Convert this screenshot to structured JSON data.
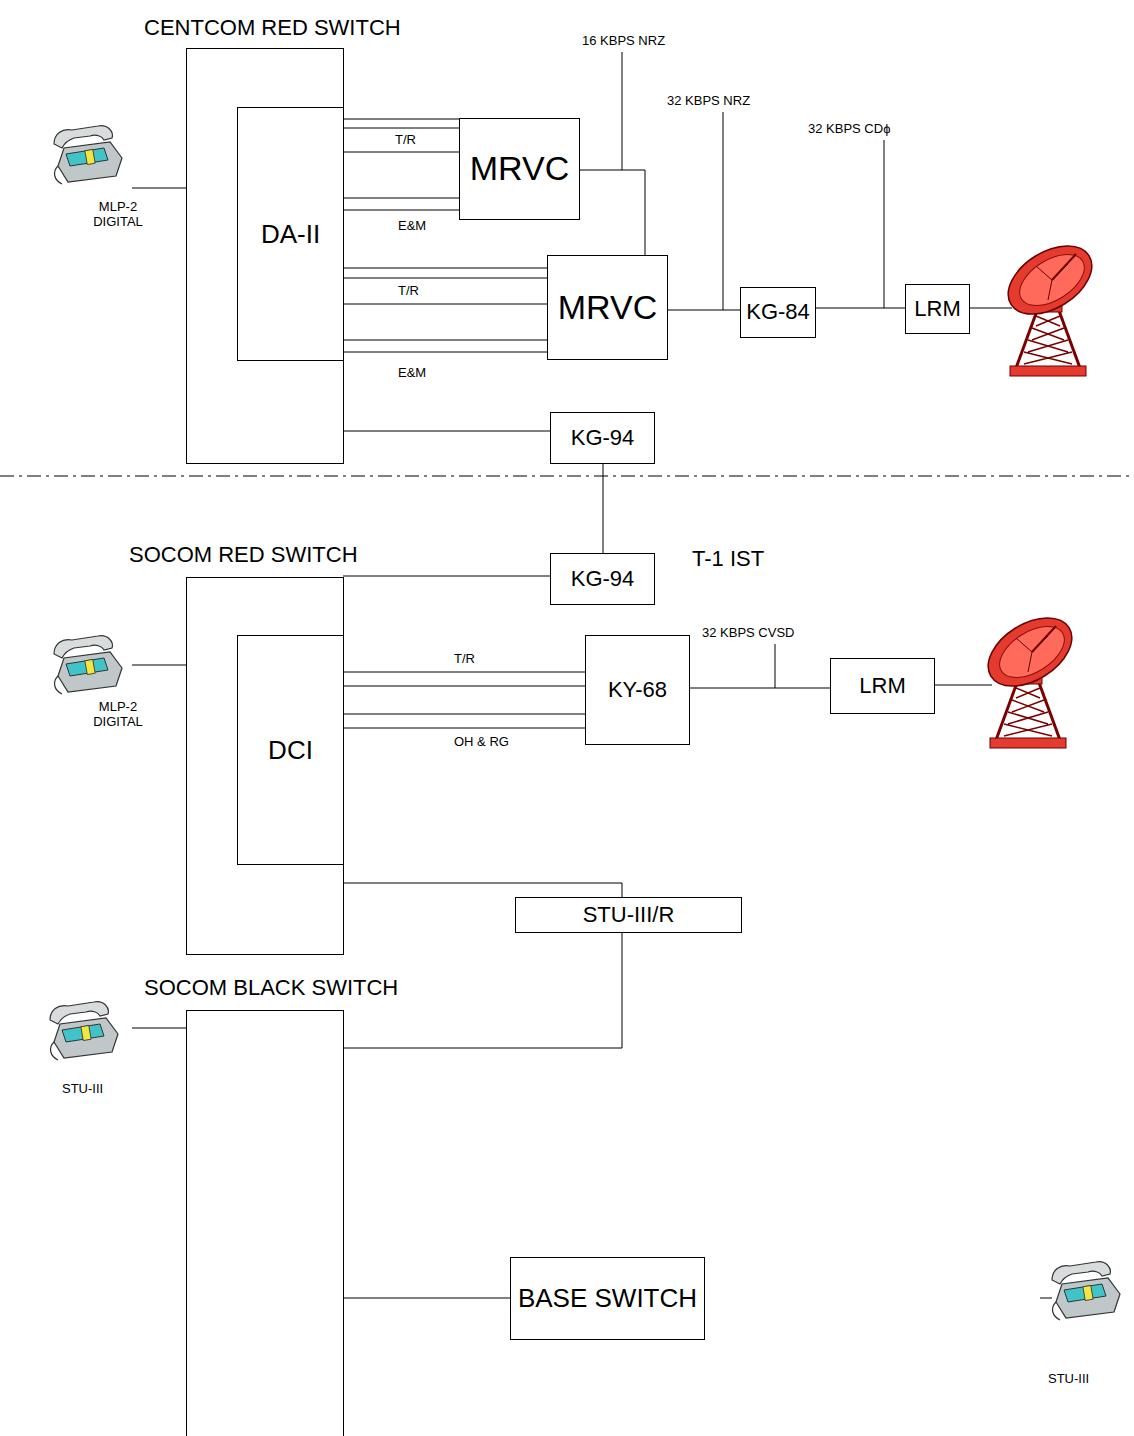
{
  "diagram": {
    "nodes": [
      {
        "text": [
          "CENTCOM RED SWITCH"
        ]
      },
      {
        "text": [
          "DA-II"
        ],
        "in": 0
      },
      {
        "text": [
          "MRVC"
        ]
      },
      {
        "text": [
          "MRVC"
        ]
      },
      {
        "text": [
          "KG-84"
        ]
      },
      {
        "text": [
          "LRM"
        ]
      },
      {
        "text": [
          "KG-94"
        ]
      },
      {
        "text": [
          "SOCOM RED SWITCH"
        ]
      },
      {
        "text": [
          "DCI"
        ],
        "in": 7
      },
      {
        "text": [
          "KG-94"
        ]
      },
      {
        "text": [
          "KY-68"
        ]
      },
      {
        "text": [
          "LRM"
        ]
      },
      {
        "text": [
          "STU-III/R"
        ]
      },
      {
        "text": [
          "SOCOM BLACK SWITCH"
        ]
      },
      {
        "text": [
          "BASE SWITCH"
        ]
      }
    ],
    "edges": [
      {
        "from": 1,
        "to": 2,
        "arrow": "none"
      },
      {
        "from": 1,
        "to": 3,
        "arrow": "none"
      },
      {
        "from": 2,
        "to": 3,
        "arrow": "none"
      },
      {
        "from": 3,
        "to": 4,
        "arrow": "none"
      },
      {
        "from": 4,
        "to": 5,
        "arrow": "none"
      },
      {
        "from": 0,
        "to": 6,
        "arrow": "none"
      },
      {
        "from": 6,
        "to": 9,
        "label": "T-1 IST",
        "arrow": "none"
      },
      {
        "from": 7,
        "to": 9,
        "arrow": "none"
      },
      {
        "from": 8,
        "to": 10,
        "arrow": "none"
      },
      {
        "from": 10,
        "to": 11,
        "arrow": "none"
      },
      {
        "from": 7,
        "to": 12,
        "arrow": "none"
      },
      {
        "from": 12,
        "to": 13,
        "arrow": "none"
      },
      {
        "from": 13,
        "to": 14,
        "arrow": "none"
      }
    ],
    "labels": [
      "16 KBPS NRZ",
      "32 KBPS NRZ",
      "32 KBPS CDϕ",
      "T/R",
      "E&M",
      "T/R",
      "E&M",
      "MLP-2 DIGITAL",
      "MLP-2 DIGITAL",
      "32 KBPS CVSD",
      "T/R",
      "OH & RG",
      "STU-III",
      "STU-III"
    ]
  }
}
